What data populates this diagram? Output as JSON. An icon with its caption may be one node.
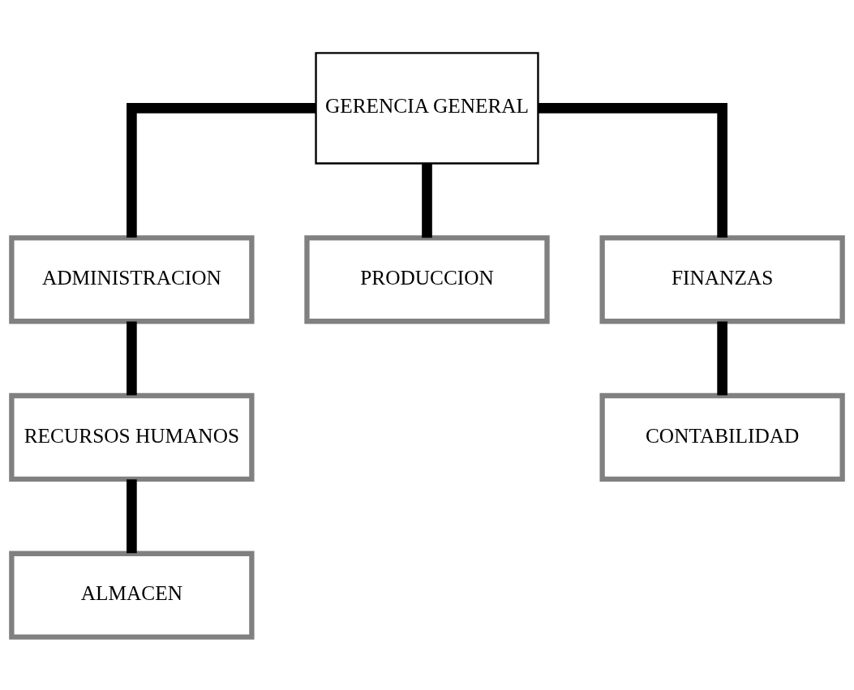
{
  "diagram": {
    "nodes": [
      {
        "text": [
          "GERENCIA GENERAL"
        ]
      },
      {
        "text": [
          "ADMINISTRACION"
        ]
      },
      {
        "text": [
          "PRODUCCION"
        ]
      },
      {
        "text": [
          "FINANZAS"
        ]
      },
      {
        "text": [
          "RECURSOS HUMANOS"
        ]
      },
      {
        "text": [
          "CONTABILIDAD"
        ]
      },
      {
        "text": [
          "ALMACEN"
        ]
      }
    ],
    "edges": [
      {
        "from": 0,
        "to": 1,
        "arrow": "none"
      },
      {
        "from": 0,
        "to": 2,
        "arrow": "none"
      },
      {
        "from": 0,
        "to": 3,
        "arrow": "none"
      },
      {
        "from": 1,
        "to": 4,
        "arrow": "none"
      },
      {
        "from": 3,
        "to": 5,
        "arrow": "none"
      },
      {
        "from": 4,
        "to": 6,
        "arrow": "none"
      }
    ]
  }
}
